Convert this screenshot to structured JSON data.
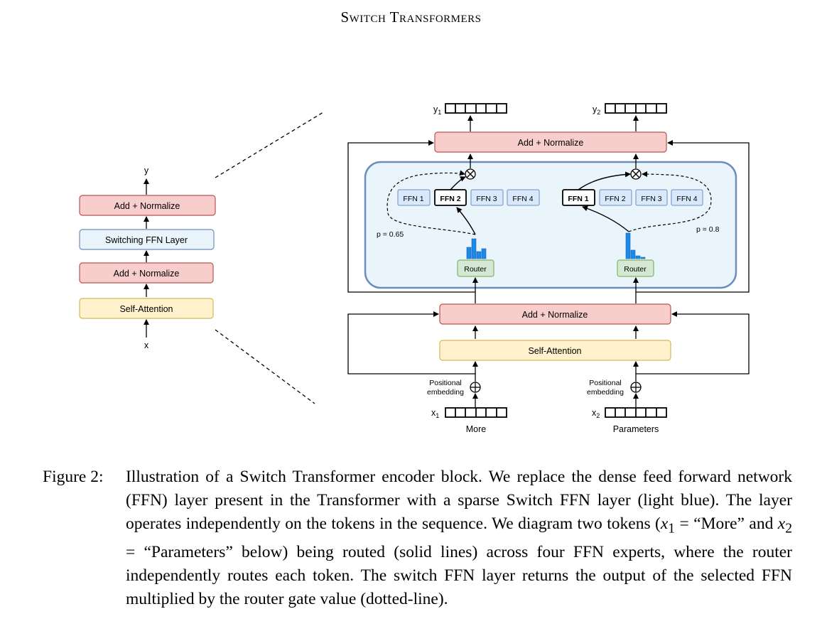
{
  "header": "Switch Transformers",
  "left": {
    "y": "y",
    "x": "x",
    "add_norm_top": "Add + Normalize",
    "switch_ffn": "Switching FFN Layer",
    "add_norm_bottom": "Add + Normalize",
    "self_attention": "Self-Attention"
  },
  "right": {
    "y1": "y1",
    "y2": "y2",
    "add_norm_top": "Add + Normalize",
    "add_norm_bottom": "Add + Normalize",
    "self_attention": "Self-Attention",
    "ffn_left": [
      "FFN 1",
      "FFN 2",
      "FFN 3",
      "FFN 4"
    ],
    "ffn_right": [
      "FFN 1",
      "FFN 2",
      "FFN 3",
      "FFN 4"
    ],
    "router_left": "Router",
    "router_right": "Router",
    "p_left": "p = 0.65",
    "p_right": "p = 0.8",
    "pos_line1": "Positional",
    "pos_line2": "embedding",
    "x1": "x1",
    "x2": "x2",
    "token1": "More",
    "token2": "Parameters"
  },
  "colors": {
    "red_fill": "#f8cecc",
    "red_stroke": "#b85450",
    "blue_fill": "#eaf4fb",
    "blue_stroke": "#6c8ebf",
    "yellow_fill": "#fff2cc",
    "yellow_stroke": "#d6b656",
    "green_fill": "#d5e8d4",
    "green_stroke": "#82b366",
    "bar": "#1e88e5"
  },
  "caption": {
    "label": "Figure 2:",
    "text": "Illustration of a Switch Transformer encoder block. We replace the dense feed forward network (FFN) layer present in the Transformer with a sparse Switch FFN layer (light blue). The layer operates independently on the tokens in the sequence. We diagram two tokens (x1 = “More” and x2 = “Parameters” below) being routed (solid lines) across four FFN experts, where the router independently routes each token. The switch FFN layer returns the output of the selected FFN multiplied by the router gate value (dotted-line)."
  }
}
